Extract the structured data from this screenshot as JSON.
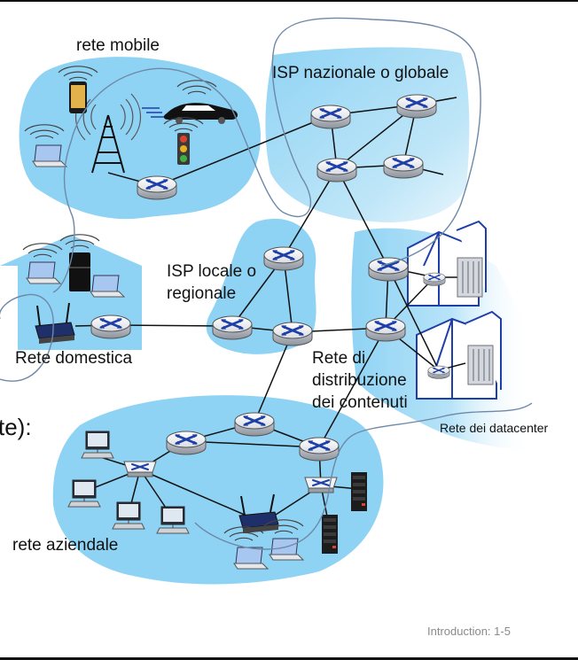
{
  "labels": {
    "mobile": "rete mobile",
    "isp_global": "ISP nazionale o globale",
    "isp_local_line1": "ISP locale o",
    "isp_local_line2": "regionale",
    "home": "Rete domestica",
    "cdn_line1": "Rete di",
    "cdn_line2": "distribuzione",
    "cdn_line3": "dei contenuti",
    "datacenter": "Rete dei datacenter",
    "enterprise": "rete aziendale",
    "clipped_text": "te):"
  },
  "footer": {
    "text": "Introduction: 1-5"
  },
  "colors": {
    "region_fill": "#8fd3f4",
    "router_blue": "#1f3fa8",
    "link": "#111111",
    "overlay_curve": "#6e88a8"
  }
}
